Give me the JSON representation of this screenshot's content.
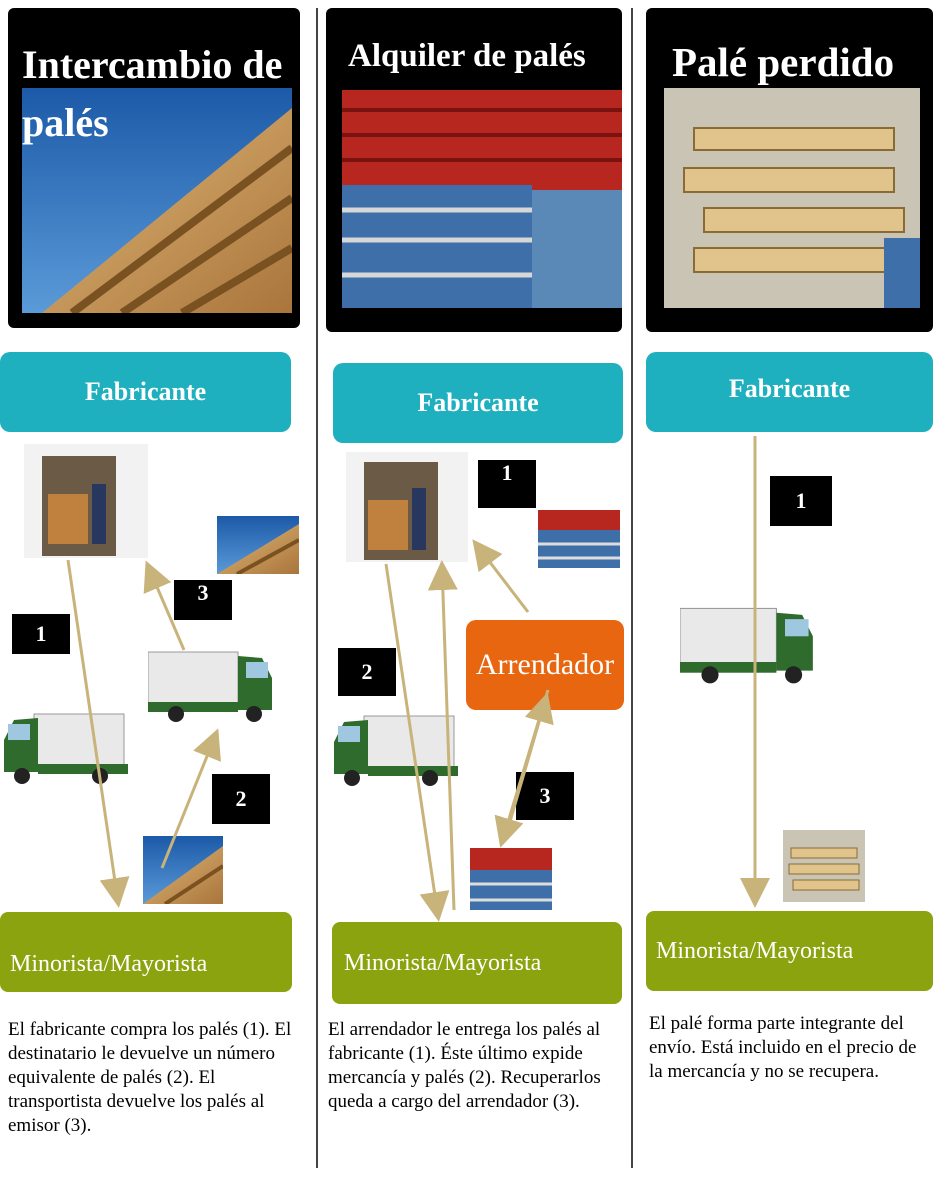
{
  "columns": [
    {
      "title": "Intercambio de palés",
      "top_box": "Fabricante",
      "bottom_box": "Minorista/Mayorista",
      "badges": [
        "1",
        "2",
        "3"
      ],
      "description": "El fabricante compra los palés (1). El destinatario le devuelve un número equivalente de palés (2). El transportista devuelve los palés al emisor (3)."
    },
    {
      "title": "Alquiler de palés",
      "top_box": "Fabricante",
      "middle_box": "Arrendador",
      "bottom_box": "Minorista/Mayorista",
      "badges": [
        "1",
        "2",
        "3"
      ],
      "description": "El arrendador le entrega los palés al fabricante (1). Éste último expide mercancía y palés (2). Recuperarlos queda a cargo del arrendador (3)."
    },
    {
      "title": "Palé perdido",
      "top_box": "Fabricante",
      "bottom_box": "Minorista/Mayorista",
      "badges": [
        "1"
      ],
      "description": "El palé forma parte integrante del envío. Está incluido en el precio de la mercancía y no se recupera."
    }
  ],
  "colors": {
    "teal": "#1fb0bf",
    "green": "#8ca310",
    "orange": "#e8660f",
    "arrow": "#c8b37a"
  },
  "icons": [
    "pallet-photo",
    "warehouse-photo",
    "truck-icon"
  ]
}
